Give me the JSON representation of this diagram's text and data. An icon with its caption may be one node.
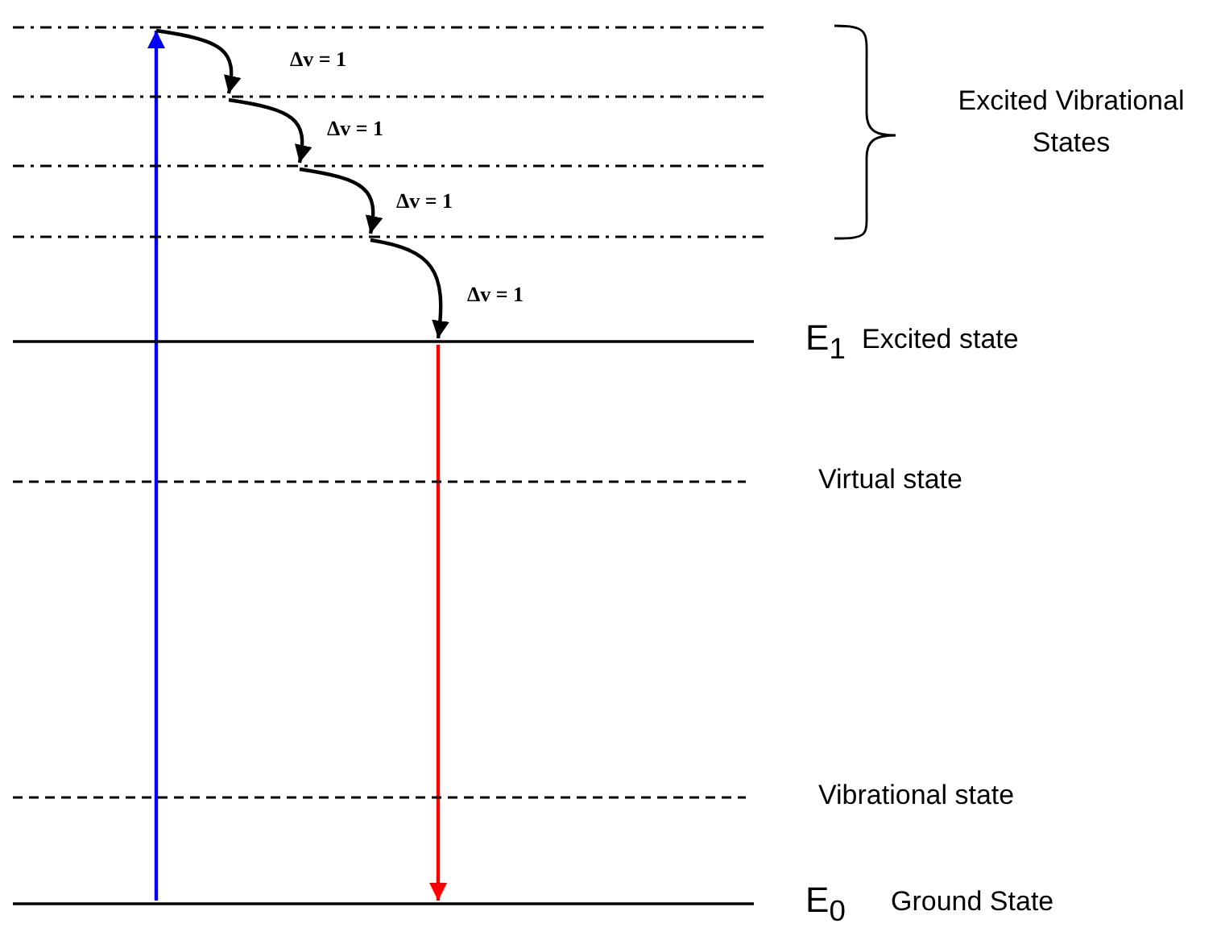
{
  "diagram": {
    "nodes": [
      {
        "text": [],
        "shape": "line"
      },
      {
        "text": [],
        "shape": "line"
      },
      {
        "text": [],
        "shape": "line"
      },
      {
        "text": [],
        "shape": "line"
      },
      {
        "text": [],
        "shape": "line",
        "beside": [
          "E$_{1}$",
          "Excited state"
        ]
      },
      {
        "text": [],
        "shape": "line",
        "beside": [
          "Virtual state"
        ]
      },
      {
        "text": [],
        "shape": "line",
        "beside": [
          "Vibrational state"
        ]
      },
      {
        "text": [],
        "shape": "line",
        "beside": [
          "E$_{0}$",
          "Ground State"
        ]
      }
    ],
    "edges": [
      {
        "from": 7,
        "to": 0,
        "arrow": "to",
        "color": "#0000ff"
      },
      {
        "from": 0,
        "to": 1,
        "arrow": "to",
        "label": "Δv = 1"
      },
      {
        "from": 1,
        "to": 2,
        "arrow": "to",
        "label": "Δv = 1"
      },
      {
        "from": 2,
        "to": 3,
        "arrow": "to",
        "label": "Δv = 1"
      },
      {
        "from": 3,
        "to": 4,
        "arrow": "to",
        "label": "Δv = 1"
      },
      {
        "from": 4,
        "to": 7,
        "arrow": "to",
        "color": "#ff0000"
      }
    ],
    "labels": [
      "Excited Vibrational States"
    ]
  }
}
